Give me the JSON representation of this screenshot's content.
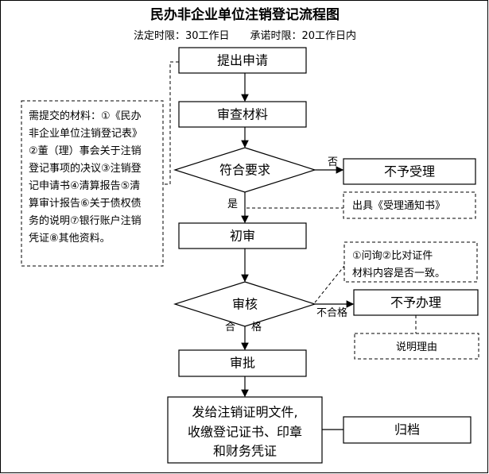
{
  "title": "民办非企业单位注销登记流程图",
  "subtitle": "法定时限：30工作日　　承诺时限：20工作日内",
  "steps": {
    "apply": "提出申请",
    "review_materials": "审查材料",
    "meets_requirements": "符合要求",
    "no_label": "否",
    "not_accepted": "不予受理",
    "yes_label": "是",
    "issue_notice": "出具《受理通知书》",
    "preliminary_review": "初审",
    "verify": "审核",
    "verify_note": [
      "①问询②比对证件",
      "材料内容是否一致。"
    ],
    "unqualified_label": "不合格",
    "not_processed": "不予办理",
    "explain_reason": "说明理由",
    "qualified_label_1": "合",
    "qualified_label_2": "格",
    "approve": "审批",
    "issue_certificate": [
      "发给注销证明文件,",
      "收缴登记证书、印章",
      "和财务凭证"
    ],
    "archive": "归档"
  },
  "materials_note": [
    "需提交的材料：①《民办",
    "非企业单位注销登记表》",
    "②董（理）事会关于注销",
    "登记事项的决议③注销登",
    "记申请书④清算报告⑤清",
    "算审计报告⑥关于债权债",
    "务的说明⑦银行账户注销",
    "凭证⑧其他资料。"
  ]
}
